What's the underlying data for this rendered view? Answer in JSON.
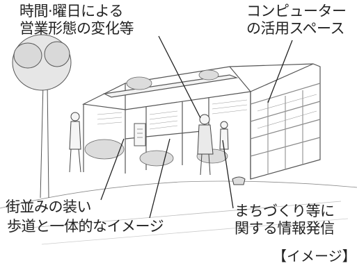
{
  "labels": {
    "hours_change": [
      "時間·曜日による",
      "営業形態の変化等"
    ],
    "computer_space": [
      "コンピューター",
      "の活用スペース"
    ],
    "street_decor": "街並みの装い",
    "sidewalk_image": "歩道と一体的なイメージ",
    "info_dispatch": [
      "まちづくり等に",
      "関する情報発信"
    ]
  },
  "caption": "【イメージ】",
  "colors": {
    "ink": "#222222",
    "pencil": "#555555",
    "shade": "#9a9a9a",
    "paper": "#ffffff"
  }
}
